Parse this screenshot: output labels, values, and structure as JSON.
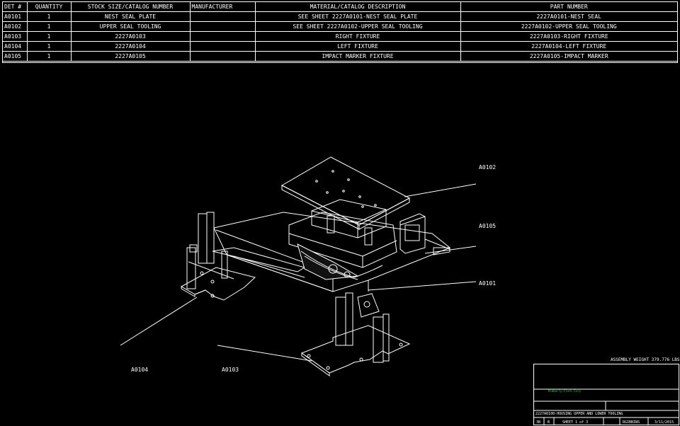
{
  "bom": {
    "headers": [
      "DET #",
      "QUANTITY",
      "STOCK SIZE/CATALOG NUMBER",
      "MANUFACTURER",
      "MATERIAL/CATALOG DESCRIPTION",
      "PART NUMBER"
    ],
    "rows": [
      [
        "A0101",
        "1",
        "NEST SEAL PLATE",
        "",
        "SEE SHEET 2227A0101-NEST SEAL PLATE",
        "2227A0101-NEST SEAL"
      ],
      [
        "A0102",
        "1",
        "UPPER SEAL TOOLING",
        "",
        "SEE SHEET 2227A0102-UPPER SEAL TOOLING",
        "2227A0102-UPPER SEAL TOOLING"
      ],
      [
        "A0103",
        "1",
        "2227A0103",
        "",
        "RIGHT FIXTURE",
        "2227A0103-RIGHT FIXTURE"
      ],
      [
        "A0104",
        "1",
        "2227A0104",
        "",
        "LEFT FIXTURE",
        "2227A0104-LEFT FIXTURE"
      ],
      [
        "A0105",
        "1",
        "2227A0105",
        "",
        "IMPACT MARKER FIXTURE",
        "2227A0105-IMPACT MARKER"
      ]
    ]
  },
  "callouts": {
    "a0102": "A0102",
    "a0105": "A0105",
    "a0101": "A0101",
    "a0104": "A0104",
    "a0103": "A0103"
  },
  "assembly_weight": "ASSEMBLY WEIGHT 379.776 LBS",
  "title_block": {
    "company": "Kimberly-Clark Corp",
    "title": "2227A0100-HOUSING UPPER AND LOWER TOOLING",
    "size": "3B",
    "rev": "B",
    "sheet": "SHEET 1 of 3",
    "drawn_by": "RGIBBINS",
    "date": "3/11/2015"
  }
}
